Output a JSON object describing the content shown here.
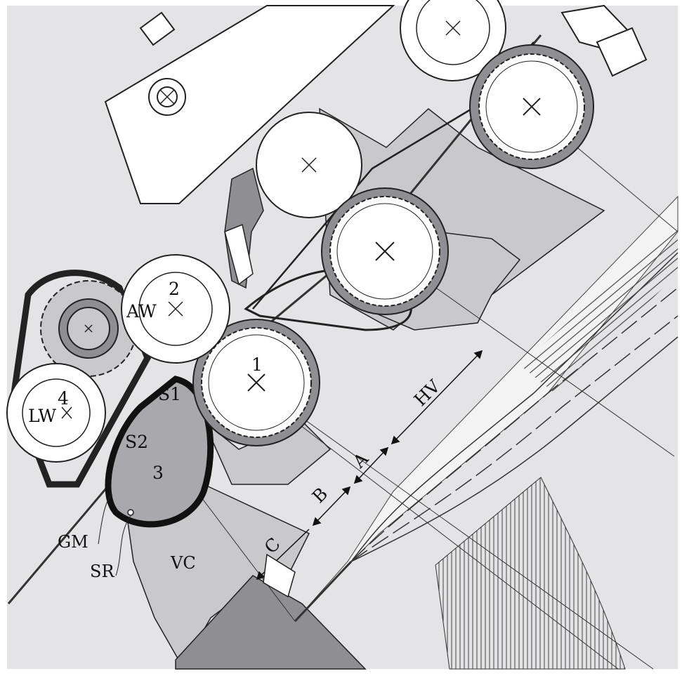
{
  "labels": {
    "roller_1": "1",
    "roller_2": "2",
    "roller_3": "3",
    "roller_4": "4",
    "aw": "AW",
    "lw": "LW",
    "s1": "S1",
    "s2": "S2",
    "gm": "GM",
    "sr": "SR",
    "vc": "VC",
    "hv": "HV",
    "a": "A",
    "b": "B",
    "c": "C"
  },
  "colors": {
    "background": "#ffffff",
    "panel": "#e4e4e6",
    "part_gray": "#c9c9cc",
    "dark_gray": "#8f8f93",
    "apron_dark": "#a9a9ad",
    "roller_white": "#ffffff",
    "line": "#222222"
  }
}
